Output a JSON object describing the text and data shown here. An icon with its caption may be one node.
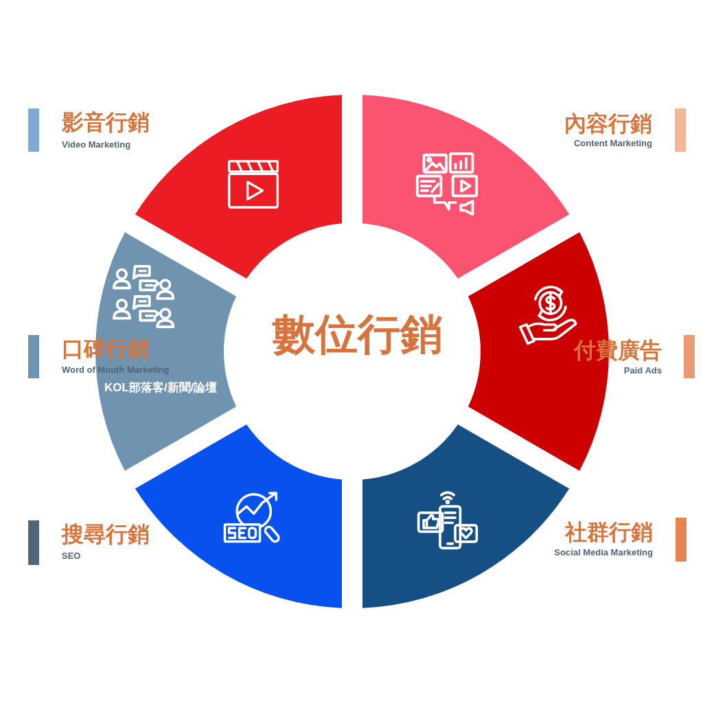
{
  "diagram": {
    "title": "數位行銷",
    "nodes": [
      {
        "text": [
          "影音行銷",
          "Video Marketing"
        ]
      },
      {
        "text": [
          "內容行銷",
          "Content Marketing"
        ]
      },
      {
        "text": [
          "口碑行銷",
          "Word of Mouth Marketing",
          "KOL部落客/新聞/論壇"
        ]
      },
      {
        "text": [
          "付費廣告",
          "Paid Ads"
        ]
      },
      {
        "text": [
          "搜尋行銷",
          "SEO"
        ]
      },
      {
        "text": [
          "社群行銷",
          "Social Media Marketing"
        ]
      }
    ]
  }
}
